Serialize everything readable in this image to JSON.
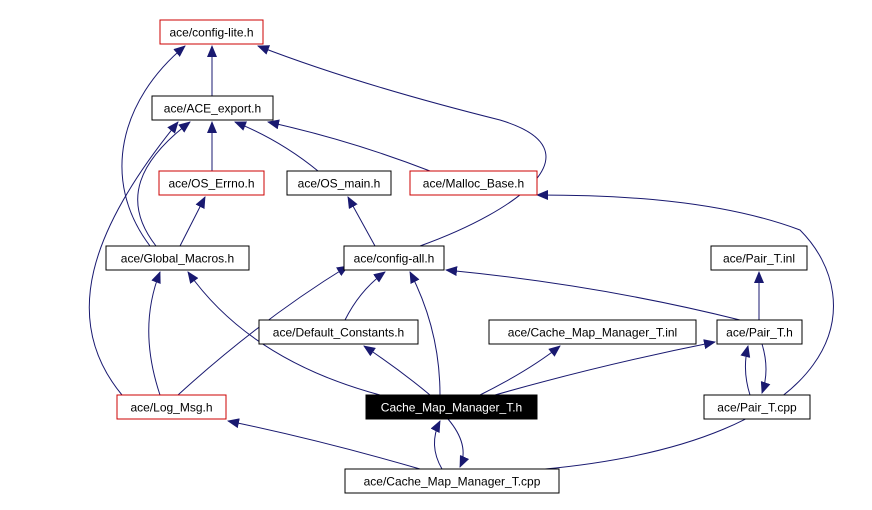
{
  "colors": {
    "edge": "#191970",
    "external_border": "#cc0000",
    "normal_border": "#000000",
    "focus_fill": "#000000",
    "focus_text": "#ffffff"
  },
  "nodes": {
    "config_lite": {
      "label": "ace/config-lite.h",
      "style": "external"
    },
    "ace_export": {
      "label": "ace/ACE_export.h",
      "style": "normal"
    },
    "os_errno": {
      "label": "ace/OS_Errno.h",
      "style": "external"
    },
    "os_main": {
      "label": "ace/OS_main.h",
      "style": "normal"
    },
    "malloc_base": {
      "label": "ace/Malloc_Base.h",
      "style": "external"
    },
    "global_macros": {
      "label": "ace/Global_Macros.h",
      "style": "normal"
    },
    "config_all": {
      "label": "ace/config-all.h",
      "style": "normal"
    },
    "pair_t_inl": {
      "label": "ace/Pair_T.inl",
      "style": "normal"
    },
    "default_constants": {
      "label": "ace/Default_Constants.h",
      "style": "normal"
    },
    "cmm_inl": {
      "label": "ace/Cache_Map_Manager_T.inl",
      "style": "normal"
    },
    "pair_t_h": {
      "label": "ace/Pair_T.h",
      "style": "normal"
    },
    "log_msg": {
      "label": "ace/Log_Msg.h",
      "style": "external"
    },
    "cmm_h": {
      "label": "Cache_Map_Manager_T.h",
      "style": "focus"
    },
    "pair_t_cpp": {
      "label": "ace/Pair_T.cpp",
      "style": "normal"
    },
    "cmm_cpp": {
      "label": "ace/Cache_Map_Manager_T.cpp",
      "style": "normal"
    }
  },
  "edges": [
    [
      "ace_export",
      "config_lite"
    ],
    [
      "os_errno",
      "ace_export"
    ],
    [
      "os_main",
      "ace_export"
    ],
    [
      "malloc_base",
      "ace_export"
    ],
    [
      "global_macros",
      "config_lite"
    ],
    [
      "global_macros",
      "ace_export"
    ],
    [
      "global_macros",
      "os_errno"
    ],
    [
      "config_all",
      "config_lite"
    ],
    [
      "config_all",
      "os_main"
    ],
    [
      "default_constants",
      "config_all"
    ],
    [
      "pair_t_h",
      "config_all"
    ],
    [
      "pair_t_h",
      "pair_t_inl"
    ],
    [
      "pair_t_h",
      "pair_t_cpp"
    ],
    [
      "pair_t_cpp",
      "pair_t_h"
    ],
    [
      "log_msg",
      "ace_export"
    ],
    [
      "log_msg",
      "global_macros"
    ],
    [
      "log_msg",
      "config_all"
    ],
    [
      "cmm_h",
      "global_macros"
    ],
    [
      "cmm_h",
      "default_constants"
    ],
    [
      "cmm_h",
      "config_all"
    ],
    [
      "cmm_h",
      "cmm_inl"
    ],
    [
      "cmm_h",
      "pair_t_h"
    ],
    [
      "cmm_h",
      "cmm_cpp"
    ],
    [
      "cmm_cpp",
      "cmm_h"
    ],
    [
      "cmm_cpp",
      "log_msg"
    ],
    [
      "cmm_cpp",
      "malloc_base"
    ]
  ]
}
